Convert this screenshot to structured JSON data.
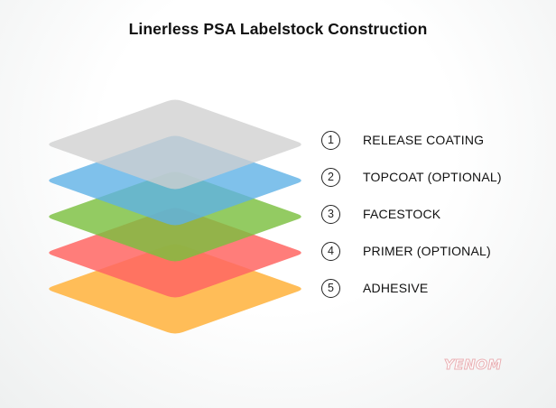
{
  "title": "Linerless PSA Labelstock Construction",
  "layers": [
    {
      "number": "1",
      "label": "RELEASE COATING",
      "color": "#cfcfcf"
    },
    {
      "number": "2",
      "label": "TOPCOAT (OPTIONAL)",
      "color": "#5fb2e6"
    },
    {
      "number": "3",
      "label": "FACESTOCK",
      "color": "#7bbf3f"
    },
    {
      "number": "4",
      "label": "PRIMER (OPTIONAL)",
      "color": "#ff6663"
    },
    {
      "number": "5",
      "label": "ADHESIVE",
      "color": "#ffb74a"
    }
  ],
  "watermark": "YENOM"
}
